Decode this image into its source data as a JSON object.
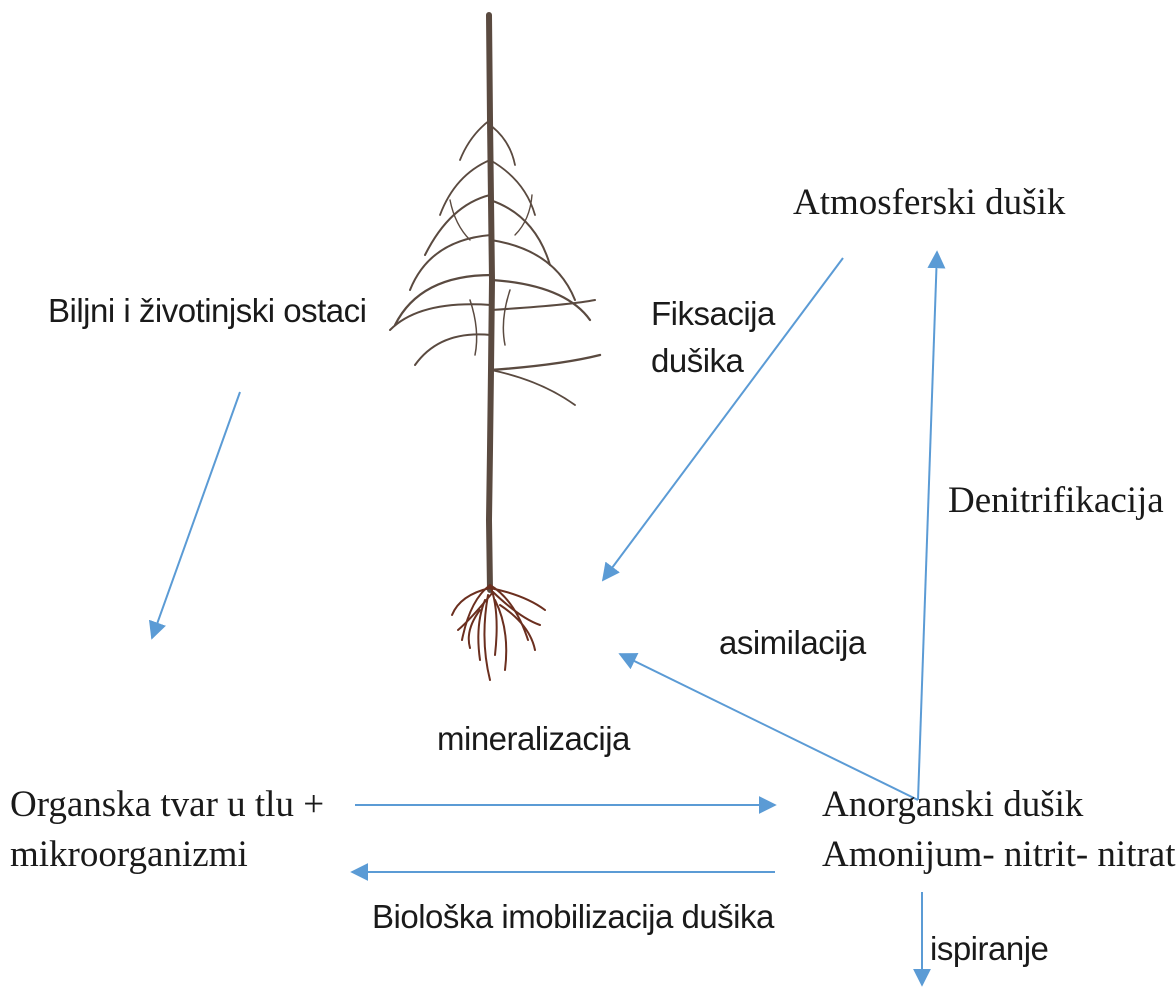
{
  "labels": {
    "plant_animal_remains": "Biljni  i životinjski ostaci",
    "atmospheric_nitrogen": "Atmosferski  dušik",
    "fixation_line1": "Fiksacija",
    "fixation_line2": "dušika",
    "denitrification": "Denitrifikacija",
    "assimilation": "asimilacija",
    "mineralization": "mineralizacija",
    "organic_matter_line1": "Organska  tvar u tlu +",
    "organic_matter_line2": "mikroorganizmi",
    "inorganic_line1": "Anorganski  dušik",
    "inorganic_line2": "Amonijum-  nitrit-  nitrat",
    "immobilization": "Biološka  imobilizacija dušika",
    "leaching": "ispiranje"
  },
  "colors": {
    "arrow": "#5b9bd5",
    "text": "#1a1a1a",
    "trunk": "#5a4a40",
    "roots": "#6b2f1f"
  },
  "icons": {
    "tree": "tree-sapling-icon"
  }
}
